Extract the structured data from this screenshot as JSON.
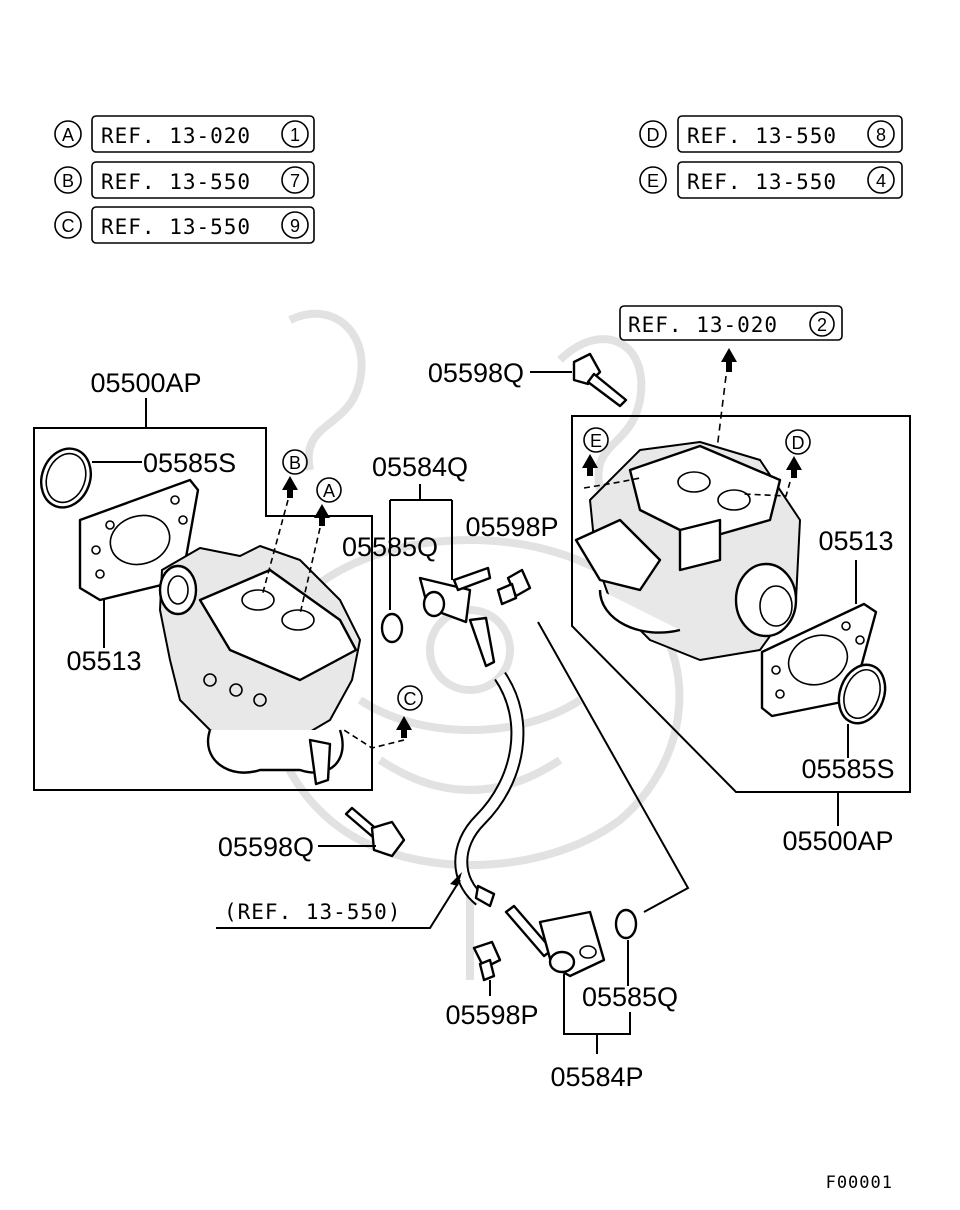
{
  "legend_left": [
    {
      "letter": "A",
      "ref": "REF. 13-020",
      "num": "1"
    },
    {
      "letter": "B",
      "ref": "REF. 13-550",
      "num": "7"
    },
    {
      "letter": "C",
      "ref": "REF. 13-550",
      "num": "9"
    }
  ],
  "legend_right": [
    {
      "letter": "D",
      "ref": "REF. 13-550",
      "num": "8"
    },
    {
      "letter": "E",
      "ref": "REF. 13-550",
      "num": "4"
    }
  ],
  "ref_top": {
    "ref": "REF. 13-020",
    "num": "2"
  },
  "ref_hose": "(REF. 13-550)",
  "markers": {
    "a": "A",
    "b": "B",
    "c": "C",
    "d": "D",
    "e": "E"
  },
  "parts": {
    "assembly_left": "05500AP",
    "oring_left": "05585S",
    "gasket_left": "05513",
    "bolt_top": "05598Q",
    "fitting_top": "05584Q",
    "oring_top": "05585Q",
    "bolt_small_top": "05598P",
    "gasket_right": "05513",
    "oring_right": "05585S",
    "assembly_right": "05500AP",
    "bolt_left_lower": "05598Q",
    "bolt_small_bottom": "05598P",
    "oring_bottom": "05585Q",
    "fitting_bottom": "05584P"
  },
  "figure_code": "F00001"
}
